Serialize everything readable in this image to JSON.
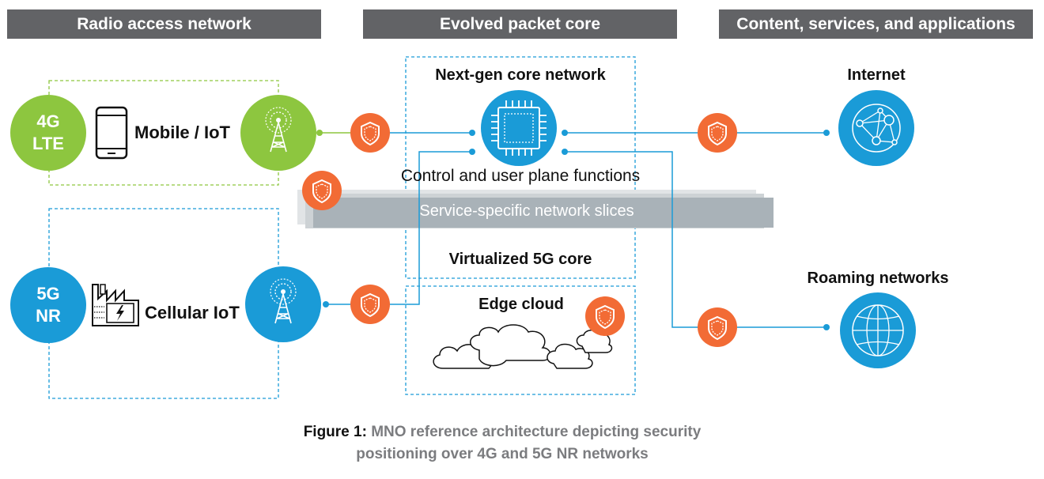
{
  "headers": {
    "ran": "Radio access network",
    "epc": "Evolved packet core",
    "content": "Content, services, and applications"
  },
  "ran": {
    "lte_badge": {
      "line1": "4G",
      "line2": "LTE"
    },
    "nr_badge": {
      "line1": "5G",
      "line2": "NR"
    },
    "mobile_iot": "Mobile / IoT",
    "cellular_iot": "Cellular IoT"
  },
  "core": {
    "next_gen": "Next-gen core network",
    "control_user": "Control and user plane functions",
    "slices": "Service-specific network slices",
    "virtualized": "Virtualized 5G core",
    "edge_cloud": "Edge cloud"
  },
  "destinations": {
    "internet": "Internet",
    "roaming": "Roaming networks"
  },
  "caption": {
    "bold": "Figure 1:",
    "line1": "MNO reference architecture depicting security",
    "line2": "positioning over 4G and 5G NR networks"
  },
  "colors": {
    "green": "#8dc63f",
    "blue": "#1a9bd7",
    "orange": "#f26b35",
    "grey": "#626366",
    "slice": "#a9b2b8"
  }
}
